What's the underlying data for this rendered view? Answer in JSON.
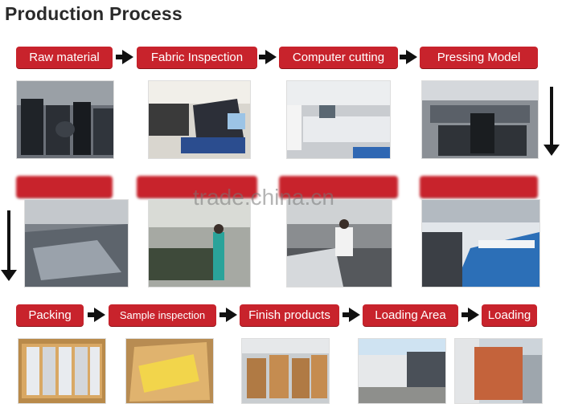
{
  "title": "Production Process",
  "watermark": "trade.china.cn",
  "row1": [
    "Raw material",
    "Fabric Inspection",
    "Computer cutting",
    "Pressing Model"
  ],
  "row3": [
    "Packing",
    "Sample inspection",
    "Finish products",
    "Loading Area",
    "Loading"
  ],
  "colors": {
    "label_bg": "#c8232c",
    "label_text": "#ffffff",
    "arrow": "#111111"
  }
}
